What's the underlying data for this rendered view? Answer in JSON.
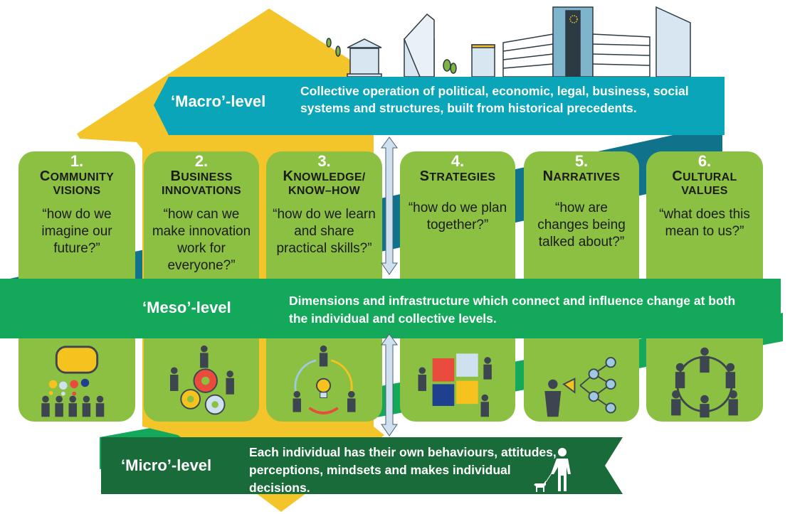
{
  "macro": {
    "label": "‘Macro’-level",
    "text": "Collective operation of political, economic, legal, business, social systems and structures, built from historical precedents."
  },
  "meso": {
    "label": "‘Meso’-level",
    "text": "Dimensions and infrastructure which connect and influence change at both the individual and collective levels."
  },
  "micro": {
    "label": "‘Micro’-level",
    "text": "Each individual has their own behaviours, attitudes, perceptions, mindsets and makes individual decisions."
  },
  "dimensions": [
    {
      "number": "1.",
      "title_first": "C",
      "title_rest": "ommunity",
      "title_line2": "visions",
      "question": "“how do we imagine our future?”",
      "icon": "speech-bubble-crowd-icon"
    },
    {
      "number": "2.",
      "title_first": "B",
      "title_rest": "usiness",
      "title_line2": "innovations",
      "question": "“how can we make innovation work for everyone?”",
      "icon": "gears-people-icon"
    },
    {
      "number": "3.",
      "title_first": "K",
      "title_rest": "nowledge/",
      "title_line2": "know–how",
      "question": "“how do we learn and share practical skills?”",
      "icon": "lightbulb-people-icon"
    },
    {
      "number": "4.",
      "title_first": "S",
      "title_rest": "trategies",
      "title_line2": "",
      "question": "“how do we plan together?”",
      "icon": "puzzle-people-icon"
    },
    {
      "number": "5.",
      "title_first": "N",
      "title_rest": "arratives",
      "title_line2": "",
      "question": "“how are changes being talked about?”",
      "icon": "megaphone-network-icon"
    },
    {
      "number": "6.",
      "title_first": "C",
      "title_rest": "ultural",
      "title_line2": "values",
      "question": "“what does this mean to us?”",
      "icon": "people-circle-icon"
    }
  ],
  "colors": {
    "yellow": "#f3c52a",
    "macro_teal": "#0aa5b9",
    "dark_teal": "#11728c",
    "card_green": "#8bc043",
    "meso_green": "#14a85a",
    "micro_green": "#1a6b3a",
    "arrow_blue": "#cfe0ef"
  }
}
